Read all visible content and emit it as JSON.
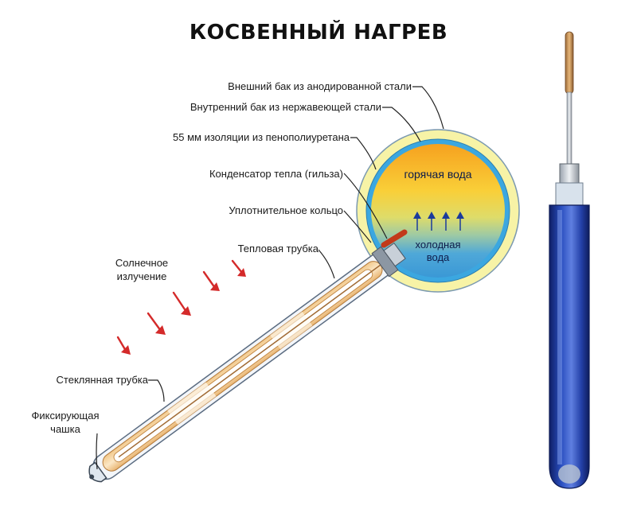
{
  "title": "КОСВЕННЫЙ НАГРЕВ",
  "labels": {
    "outer_tank": "Внешний бак из анодированной стали",
    "inner_tank": "Внутренний бак из нержавеющей стали",
    "insulation": "55 мм изоляции из пенополиуретана",
    "heat_condenser": "Конденсатор тепла (гильза)",
    "seal_ring": "Уплотнительное кольцо",
    "heat_pipe": "Тепловая трубка",
    "solar_radiation_line1": "Солнечное",
    "solar_radiation_line2": "излучение",
    "glass_tube": "Стеклянная трубка",
    "fixing_cup_line1": "Фиксирующая",
    "fixing_cup_line2": "чашка"
  },
  "tank": {
    "hot_water": "горячая вода",
    "cold_water_line1": "холодная",
    "cold_water_line2": "вода"
  },
  "colors": {
    "outer_ring": "#f7f3a6",
    "inner_ring": "#3ba7e0",
    "hot_top": "#f7a21e",
    "cold_bottom": "#3a9ad9",
    "arrow_red": "#d42a2a",
    "tube_blue": "#1d3fa8"
  }
}
